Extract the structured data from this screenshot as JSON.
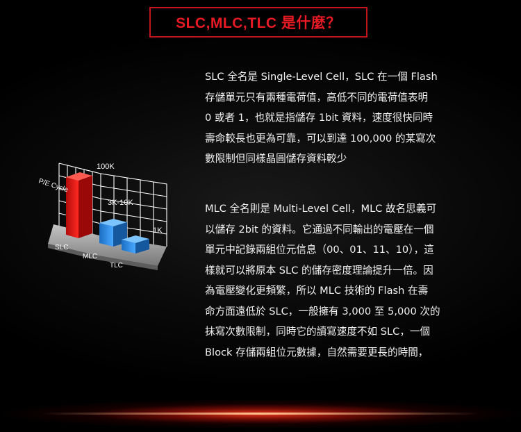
{
  "header": {
    "title": "SLC,MLC,TLC 是什麼？"
  },
  "chart_data": {
    "type": "bar",
    "y_axis_label": "P/E Cycle",
    "categories": [
      "SLC",
      "MLC",
      "TLC"
    ],
    "value_labels": [
      "100K",
      "3K-10K",
      "1K"
    ],
    "values": [
      100000,
      10000,
      1000
    ],
    "colors": {
      "slc": "#e81818",
      "mlc": "#2e8be0",
      "tlc": "#2e8be0",
      "grid": "#ffffff"
    }
  },
  "slc_paragraph": {
    "lines": [
      "SLC 全名是 Single-Level Cell，SLC 在一個 Flash",
      "存儲單元只有兩種電荷值，高低不同的電荷值表明",
      "0 或者 1，也就是指儲存 1bit 資料，速度很快同時",
      "壽命較長也更為可靠，可以到達 100,000 的某寫次",
      "數限制但同樣晶圓儲存資料較少"
    ]
  },
  "mlc_paragraph": {
    "lines": [
      "MLC 全名則是 Multi-Level Cell，MLC 故名思義可",
      "以儲存 2bit 的資料。它通過不同輸出的電壓在一個",
      "單元中記錄兩組位元信息（00、01、11、10），這",
      "樣就可以將原本 SLC 的儲存密度理論提升一倍。因",
      "為電壓變化更頻繁，所以 MLC 技術的 Flash 在壽",
      "命方面遠低於 SLC，一般擁有 3,000 至 5,000 次的",
      "抹寫次數限制，同時它的讀寫速度不如 SLC，一個",
      "Block 存儲兩組位元數據，自然需要更長的時間，"
    ]
  }
}
